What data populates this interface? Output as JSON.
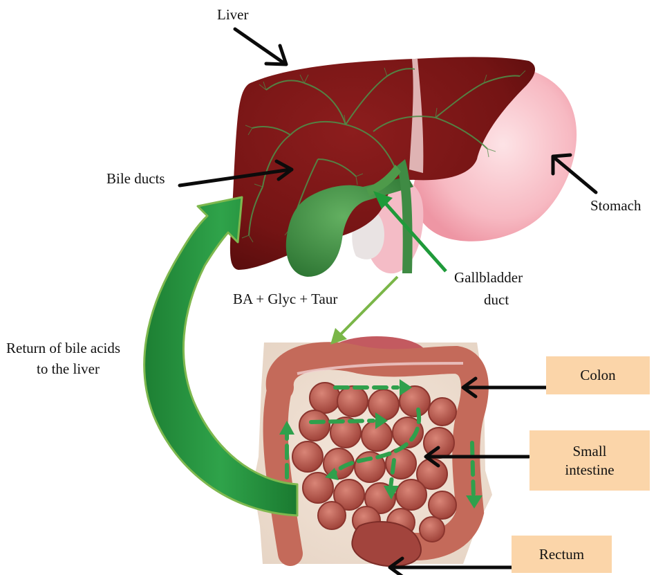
{
  "labels": {
    "liver": "Liver",
    "bile_ducts": "Bile ducts",
    "stomach": "Stomach",
    "gallbladder_line1": "Gallbladder",
    "gallbladder_line2": "duct",
    "ba_formula": "BA + Glyc + Taur",
    "return_line1": "Return of bile acids",
    "return_line2": "to the liver"
  },
  "boxes": {
    "colon": "Colon",
    "small_intestine_line1": "Small",
    "small_intestine_line2": "intestine",
    "rectum": "Rectum"
  },
  "colors": {
    "liver": "#7a1414",
    "liver_dark": "#5e0f0f",
    "stomach": "#f7b9c2",
    "gallbladder": "#3f8f43",
    "duct_green": "#4a9a3c",
    "arrow_green": "#1f9a3a",
    "intestine": "#b9554a",
    "label_box": "#fbd5a9",
    "black_arrow": "#0b0b0b"
  },
  "icons": {
    "black_arrow": "arrow-right-icon",
    "green_arrow": "arrow-up-icon"
  }
}
